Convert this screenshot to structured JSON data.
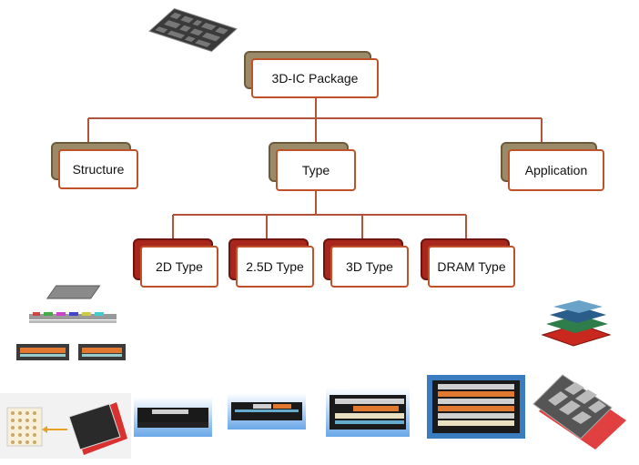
{
  "diagram": {
    "root": {
      "label": "3D-IC Package"
    },
    "level1": [
      {
        "label": "Structure"
      },
      {
        "label": "Type"
      },
      {
        "label": "Application"
      }
    ],
    "level2": [
      {
        "label": "2D Type"
      },
      {
        "label": "2.5D Type"
      },
      {
        "label": "3D Type"
      },
      {
        "label": "DRAM Type"
      }
    ],
    "colors": {
      "node_border": "#c0522a",
      "connector": "#b5533a",
      "tan_shadow": "#9b8a68",
      "red_shadow": "#a8261c"
    }
  }
}
